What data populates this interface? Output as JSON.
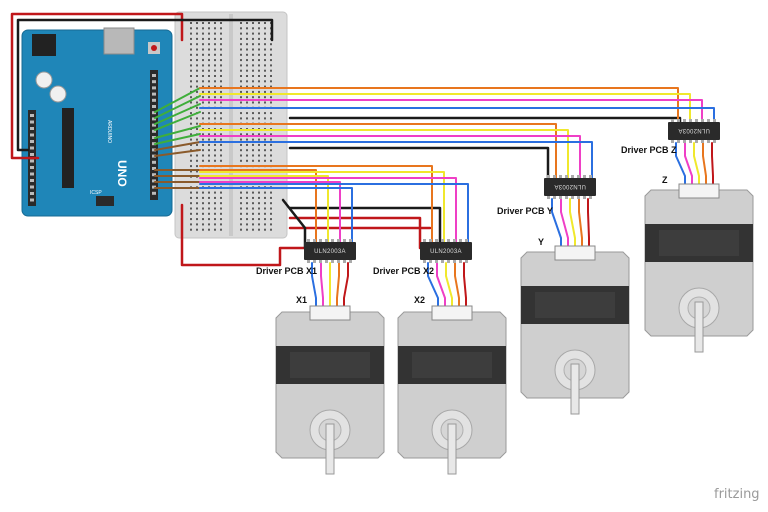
{
  "board": {
    "model": "UNO",
    "brand": "ARDUINO",
    "header_label": "ICSP"
  },
  "chip_marking": "ULN2003A",
  "drivers": [
    {
      "label": "Driver PCB X1"
    },
    {
      "label": "Driver PCB X2"
    },
    {
      "label": "Driver PCB Y"
    },
    {
      "label": "Driver PCB Z"
    }
  ],
  "motors": [
    {
      "label": "X1"
    },
    {
      "label": "X2"
    },
    {
      "label": "Y"
    },
    {
      "label": "Z"
    }
  ],
  "watermark": "fritzing",
  "colors": {
    "board": "#1f86b8",
    "breadboard": "#d9d9d9",
    "wire_red": "#c0171a",
    "wire_black": "#1a1a1a",
    "wire_orange": "#e8761e",
    "wire_yellow": "#f0e82c",
    "wire_pink": "#ef3fc6",
    "wire_blue": "#2b6fe0",
    "wire_green": "#3fae3a",
    "wire_brown": "#8a5a2b",
    "motor_body": "#cfcfcf",
    "motor_core": "#333333"
  }
}
